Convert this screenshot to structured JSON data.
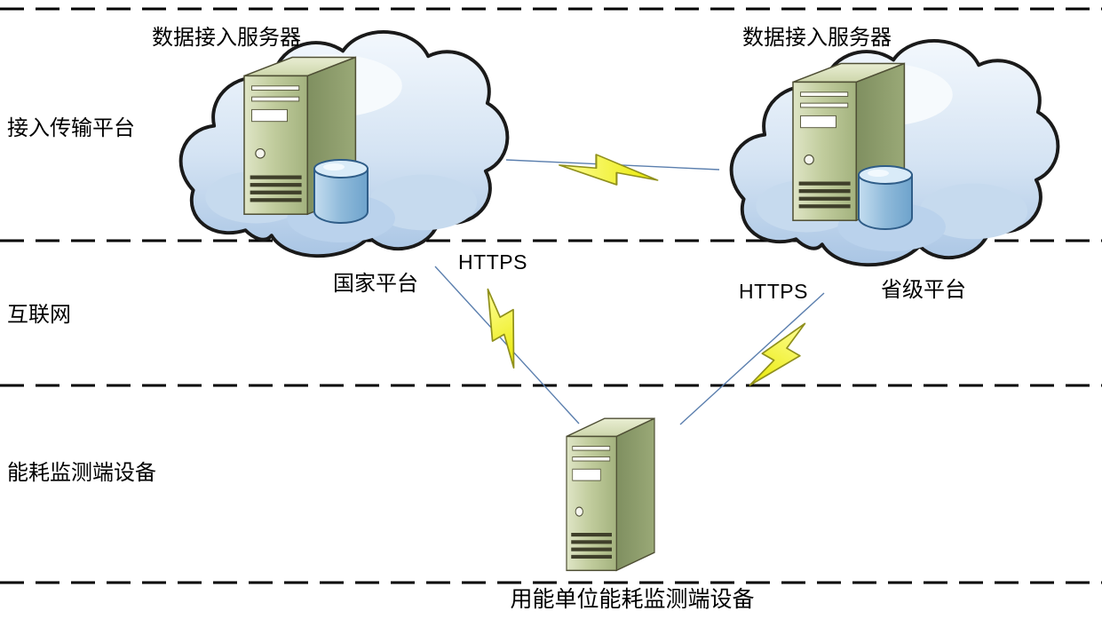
{
  "diagram": {
    "title": "energy-consumption-monitoring-network-architecture",
    "bands": [
      {
        "id": "access-transport-platform",
        "label": "接入传输平台"
      },
      {
        "id": "internet",
        "label": "互联网"
      },
      {
        "id": "terminal-devices",
        "label": "能耗监测端设备"
      }
    ],
    "nodes": {
      "national_cloud": {
        "server_label": "数据接入服务器",
        "platform_label": "国家平台"
      },
      "provincial_cloud": {
        "server_label": "数据接入服务器",
        "platform_label": "省级平台"
      },
      "terminal_server": {
        "label": "用能单位能耗监测端设备"
      }
    },
    "links": {
      "national_terminal": {
        "protocol_label": "HTTPS"
      },
      "provincial_terminal": {
        "protocol_label": "HTTPS"
      },
      "cloud_to_cloud": {
        "protocol_label": ""
      }
    },
    "colors": {
      "cloud_fill_top": "#f0f6fc",
      "cloud_fill_bottom": "#a9c5e4",
      "cloud_shade": "#c6daee",
      "cloud_outline": "#1a1a1a",
      "server_front": "#bcc898",
      "server_side": "#8e9c6e",
      "server_top": "#dce3c2",
      "server_outline": "#4f4f35",
      "database_fill": "#9cc3e0",
      "database_top": "#d9ebf8",
      "database_outline": "#2f5d88",
      "lightning_fill": "#ffff4d",
      "lightning_outline": "#90901c",
      "connector": "#5b7fae",
      "divider": "#000000",
      "text": "#000000"
    }
  }
}
